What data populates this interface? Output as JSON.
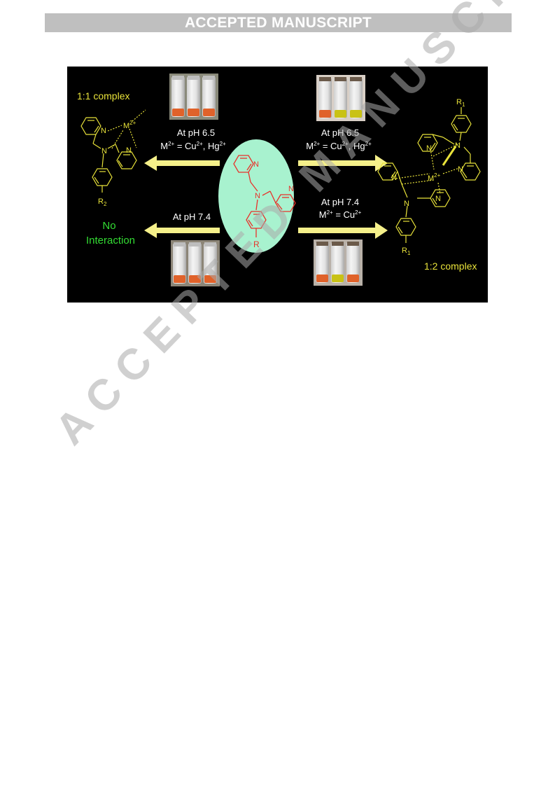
{
  "banner": "ACCEPTED MANUSCRIPT",
  "watermark": "ACCEPTED MANUSCRIPT",
  "figure": {
    "left": {
      "complex_title": "1:1 complex",
      "metal": "M",
      "metal_charge": "2+",
      "n_labels": [
        "N",
        "N",
        "N"
      ],
      "substituent": "R",
      "substituent_sub": "2",
      "no_interaction_1": "No",
      "no_interaction_2": "Interaction"
    },
    "center": {
      "n_labels": [
        "N",
        "N",
        "N"
      ],
      "substituent": "R"
    },
    "arrows": {
      "top_left": {
        "ph": "At pH 6.5",
        "metal_prefix": "M",
        "eq": " = Cu",
        "sep": ", Hg",
        "charge": "2+"
      },
      "top_right": {
        "ph": "At pH 6.5",
        "metal_prefix": "M",
        "eq": " = Cu",
        "sep": ", Hg",
        "charge": "2+"
      },
      "bottom_left": {
        "ph": "At pH 7.4"
      },
      "bottom_right": {
        "ph": "At pH 7.4",
        "metal_prefix": "M",
        "eq": " = Cu",
        "charge": "2+"
      }
    },
    "right": {
      "complex_title": "1:2 complex",
      "metal": "M",
      "metal_charge": "2+",
      "n_labels": [
        "N",
        "N",
        "N",
        "N",
        "N",
        "N"
      ],
      "substituent": "R",
      "substituent_sub": "1"
    },
    "colors": {
      "background": "#000000",
      "arrow": "#f5f08a",
      "ligand_red": "#e8312a",
      "complex_yellow": "#e8e23a",
      "no_interaction_green": "#33dd33",
      "ellipse": "#a8f2cf"
    },
    "vials": {
      "top_left": [
        "orange",
        "orange",
        "orange"
      ],
      "top_right": [
        "orange",
        "yellow",
        "yellow"
      ],
      "bottom_left": [
        "orange",
        "orange",
        "orange"
      ],
      "bottom_right": [
        "orange",
        "yellow",
        "orange"
      ]
    }
  }
}
